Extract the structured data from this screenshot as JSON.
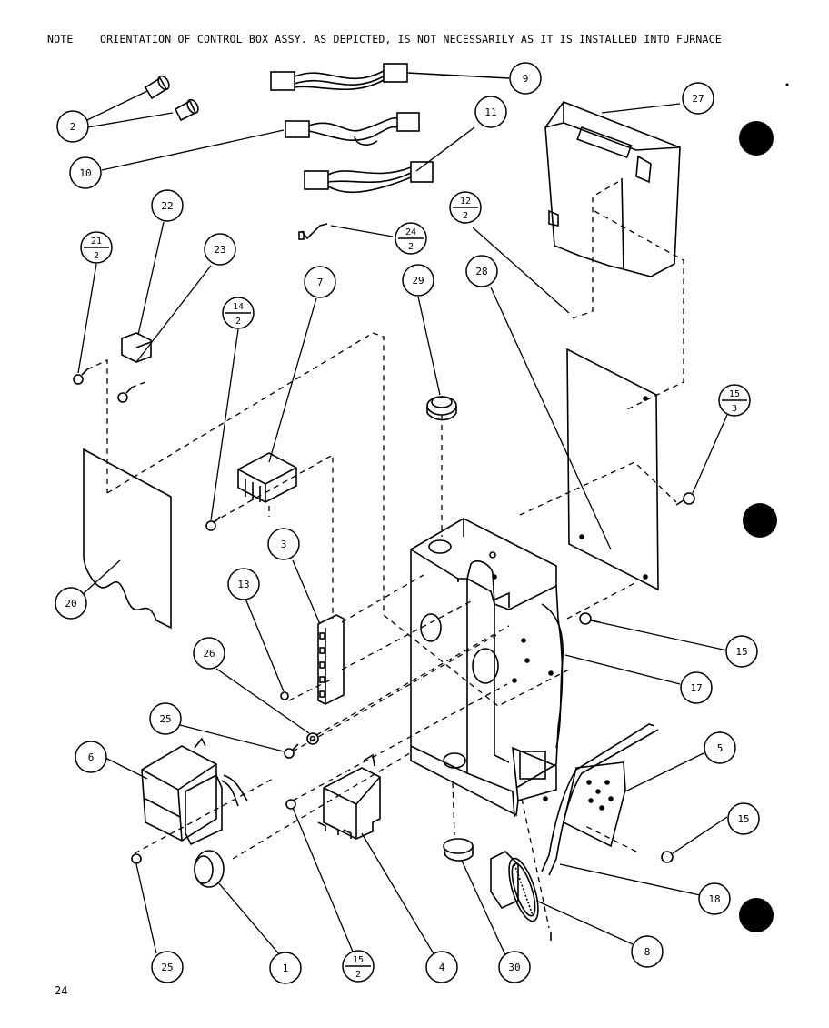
{
  "note": {
    "label": "NOTE",
    "text": "ORIENTATION OF CONTROL BOX ASSY. AS DEPICTED, IS NOT NECESSARILY AS IT IS INSTALLED INTO FURNACE"
  },
  "page_number": "24",
  "callouts": [
    {
      "id": "c2",
      "text": "2"
    },
    {
      "id": "c9",
      "text": "9"
    },
    {
      "id": "c10",
      "text": "10"
    },
    {
      "id": "c11",
      "text": "11"
    },
    {
      "id": "c27",
      "text": "27"
    },
    {
      "id": "c21_2",
      "top": "21",
      "bottom": "2"
    },
    {
      "id": "c22",
      "text": "22"
    },
    {
      "id": "c23",
      "text": "23"
    },
    {
      "id": "c12_2",
      "top": "12",
      "bottom": "2"
    },
    {
      "id": "c24_2",
      "top": "24",
      "bottom": "2"
    },
    {
      "id": "c14_2",
      "top": "14",
      "bottom": "2"
    },
    {
      "id": "c7",
      "text": "7"
    },
    {
      "id": "c29",
      "text": "29"
    },
    {
      "id": "c28",
      "text": "28"
    },
    {
      "id": "c15_3",
      "top": "15",
      "bottom": "3"
    },
    {
      "id": "c20",
      "text": "20"
    },
    {
      "id": "c3",
      "text": "3"
    },
    {
      "id": "c13",
      "text": "13"
    },
    {
      "id": "c26",
      "text": "26"
    },
    {
      "id": "c15a",
      "text": "15"
    },
    {
      "id": "c17",
      "text": "17"
    },
    {
      "id": "c25a",
      "text": "25"
    },
    {
      "id": "c6",
      "text": "6"
    },
    {
      "id": "c5",
      "text": "5"
    },
    {
      "id": "c15b",
      "text": "15"
    },
    {
      "id": "c18",
      "text": "18"
    },
    {
      "id": "c8",
      "text": "8"
    },
    {
      "id": "c25b",
      "text": "25"
    },
    {
      "id": "c1",
      "text": "1"
    },
    {
      "id": "c15_2",
      "top": "15",
      "bottom": "2"
    },
    {
      "id": "c4",
      "text": "4"
    },
    {
      "id": "c30",
      "text": "30"
    }
  ]
}
